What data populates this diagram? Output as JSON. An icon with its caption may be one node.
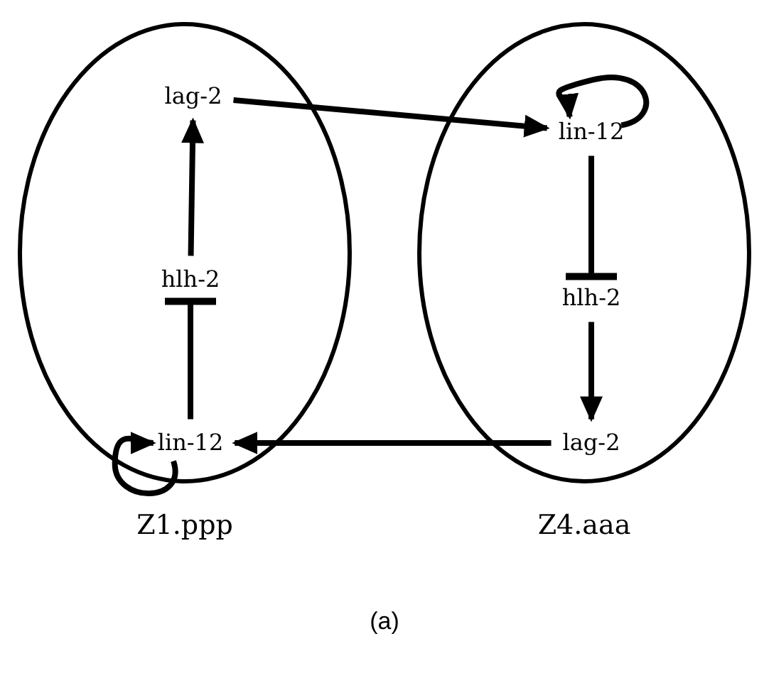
{
  "diagram": {
    "caption": "(a)",
    "nodes": [
      {
        "text": [
          "Z1.ppp"
        ]
      },
      {
        "text": [
          "lag-2"
        ],
        "in": 0
      },
      {
        "text": [
          "hlh-2"
        ],
        "in": 0
      },
      {
        "text": [
          "lin-12"
        ],
        "in": 0
      },
      {
        "text": [
          "Z4.aaa"
        ]
      },
      {
        "text": [
          "lin-12"
        ],
        "in": 4
      },
      {
        "text": [
          "hlh-2"
        ],
        "in": 4
      },
      {
        "text": [
          "lag-2"
        ],
        "in": 4
      }
    ],
    "edges": [
      {
        "from": 3,
        "to": 3,
        "arrow": "to"
      },
      {
        "from": 3,
        "to": 2,
        "arrow": "other"
      },
      {
        "from": 2,
        "to": 1,
        "arrow": "to"
      },
      {
        "from": 1,
        "to": 5,
        "arrow": "to"
      },
      {
        "from": 5,
        "to": 5,
        "arrow": "to"
      },
      {
        "from": 5,
        "to": 6,
        "arrow": "other"
      },
      {
        "from": 6,
        "to": 7,
        "arrow": "to"
      },
      {
        "from": 7,
        "to": 3,
        "arrow": "to"
      }
    ]
  }
}
